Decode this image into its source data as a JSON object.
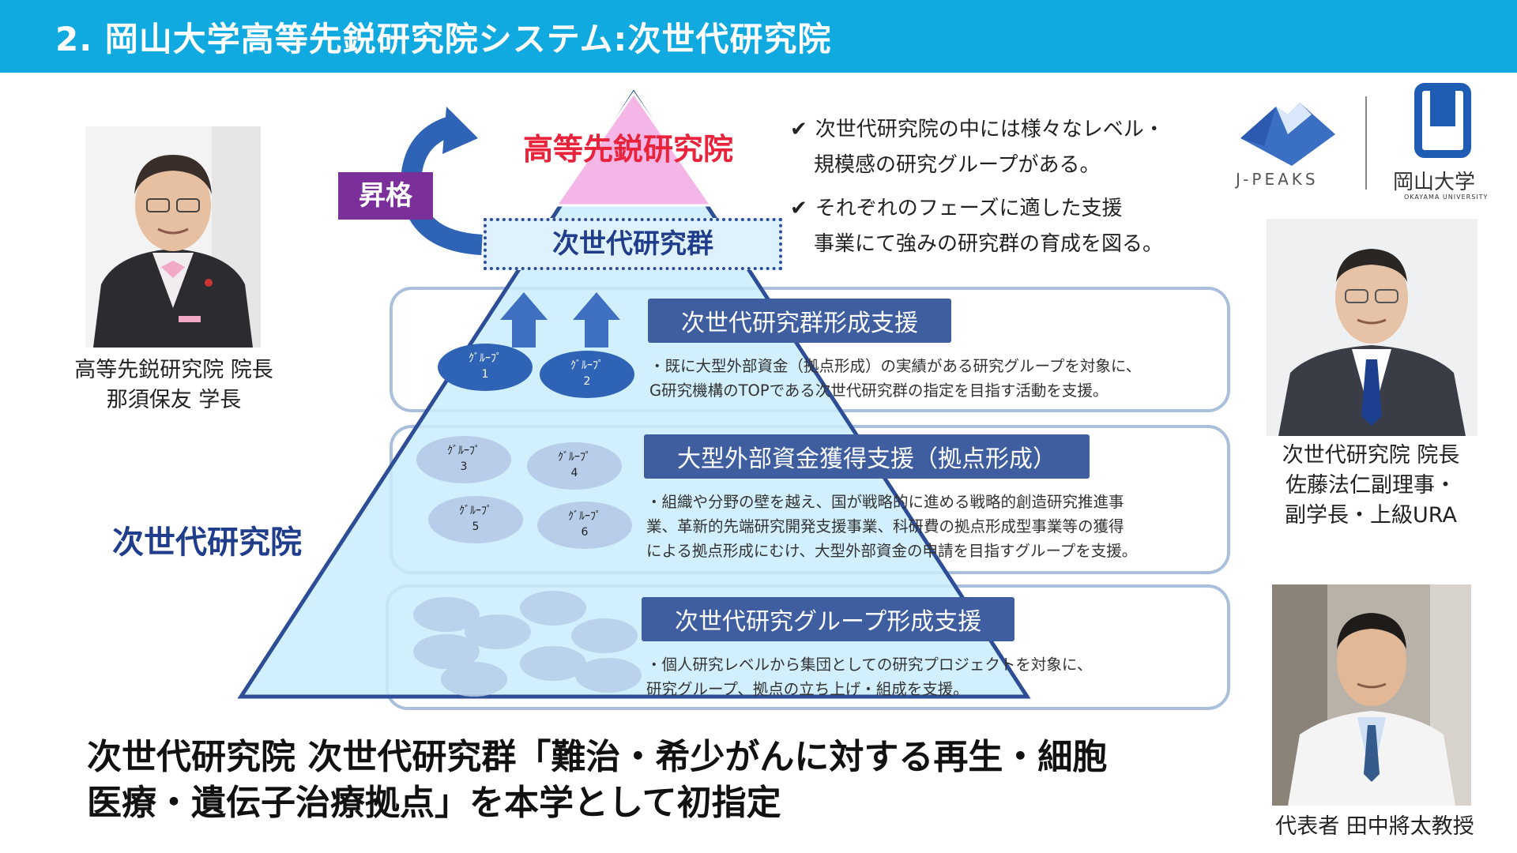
{
  "header": {
    "title": "2. 岡山大学高等先鋭研究院システム:次世代研究院"
  },
  "left_person": {
    "caption_line1": "高等先鋭研究院 院長",
    "caption_line2": "那須保友 学長"
  },
  "right_person_1": {
    "caption_line1": "次世代研究院 院長",
    "caption_line2": "佐藤法仁副理事・",
    "caption_line3": "副学長・上級URA"
  },
  "right_person_2": {
    "caption": "代表者 田中將太教授"
  },
  "logos": {
    "jpeaks": "J-PEAKS",
    "okayama_jp": "岡山大学",
    "okayama_en": "OKAYAMA UNIVERSITY"
  },
  "diagram": {
    "top_label": "高等先鋭研究院",
    "promotion_label": "昇格",
    "next_gen_group": "次世代研究群",
    "institute_label": "次世代研究院",
    "bullets": [
      {
        "line1": "次世代研究院の中には様々なレベル・",
        "line2": "規模感の研究グループがある。"
      },
      {
        "line1": "それぞれのフェーズに適した支援",
        "line2": "事業にて強みの研究群の育成を図る。"
      }
    ],
    "sections": [
      {
        "title": "次世代研究群形成支援",
        "desc_line1": "・既に大型外部資金（拠点形成）の実績がある研究グループを対象に、",
        "desc_line2": "G研究機構のTOPである次世代研究群の指定を目指す活動を支援。",
        "desc_line3": ""
      },
      {
        "title": "大型外部資金獲得支援（拠点形成）",
        "desc_line1": "・組織や分野の壁を越え、国が戦略的に進める戦略的創造研究推進事",
        "desc_line2": "業、革新的先端研究開発支援事業、科研費の拠点形成型事業等の獲得",
        "desc_line3": "による拠点形成にむけ、大型外部資金の申請を目指すグループを支援。"
      },
      {
        "title": "次世代研究グループ形成支援",
        "desc_line1": "・個人研究レベルから集団としての研究プロジェクトを対象に、",
        "desc_line2": "研究グループ、拠点の立ち上げ・組成を支援。",
        "desc_line3": ""
      }
    ],
    "groups": [
      {
        "word": "ｸﾞﾙｰﾌﾟ",
        "num": "1"
      },
      {
        "word": "ｸﾞﾙｰﾌﾟ",
        "num": "2"
      },
      {
        "word": "ｸﾞﾙｰﾌﾟ",
        "num": "3"
      },
      {
        "word": "ｸﾞﾙｰﾌﾟ",
        "num": "4"
      },
      {
        "word": "ｸﾞﾙｰﾌﾟ",
        "num": "5"
      },
      {
        "word": "ｸﾞﾙｰﾌﾟ",
        "num": "6"
      }
    ]
  },
  "bottom": {
    "line1": "次世代研究院 次世代研究群「難治・希少がんに対する再生・細胞",
    "line2": "医療・遺伝子治療拠点」を本学として初指定"
  },
  "colors": {
    "header": "#10a9e0",
    "pyramid_fill": "#c9ecfb",
    "pyramid_stroke": "#2d4e96",
    "top_pink": "#f4b6e6",
    "promotion_purple": "#7a2f9a",
    "section_title_bg": "#3f5e9f",
    "group_dark": "#2e63b5",
    "group_light": "#b7cde9",
    "red_text": "#e8233b",
    "navy_text": "#1f3d8a"
  }
}
